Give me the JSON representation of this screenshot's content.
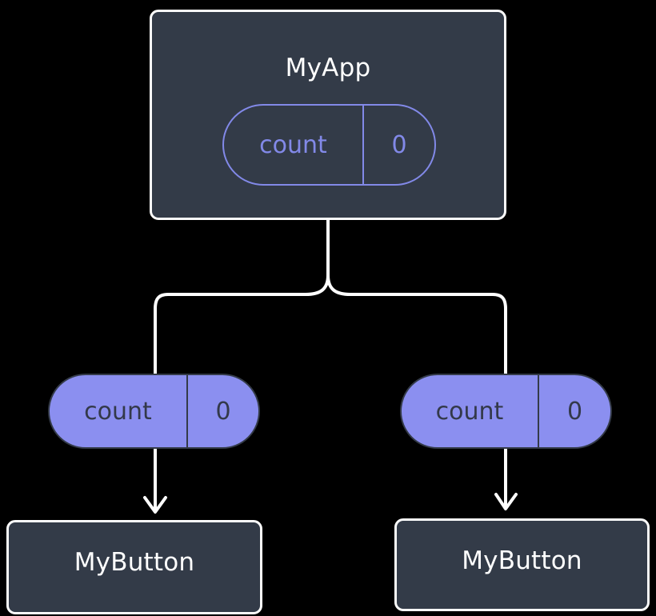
{
  "diagram": {
    "title": "MyApp",
    "background_color": "#000000",
    "box_fill_color": "#333b48",
    "box_stroke_color": "#fbfbfb",
    "pill_outline_color": "#8289e8",
    "pill_fill_color": "#8b8ff0",
    "pill_text_color": "#33394a",
    "edge_color": "#ffffff"
  },
  "root": {
    "label": "MyApp",
    "state": {
      "key": "count",
      "value": "0"
    }
  },
  "children": [
    {
      "state": {
        "key": "count",
        "value": "0"
      },
      "component": {
        "label": "MyButton"
      }
    },
    {
      "state": {
        "key": "count",
        "value": "0"
      },
      "component": {
        "label": "MyButton"
      }
    }
  ]
}
